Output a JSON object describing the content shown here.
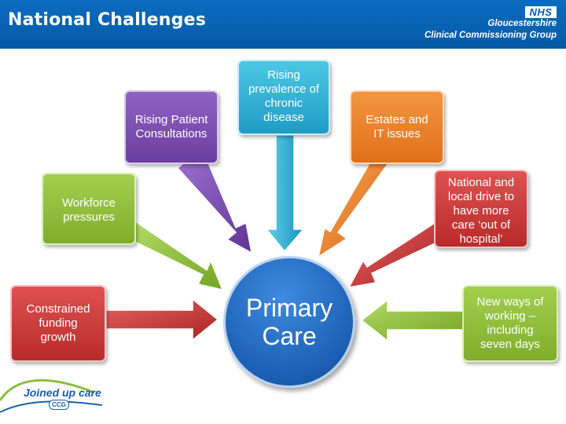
{
  "header": {
    "title": "National Challenges",
    "nhs_logo": "NHS",
    "org_line1": "Gloucestershire",
    "org_line2": "Clinical Commissioning Group"
  },
  "diagram": {
    "center": "Primary\nCare",
    "nodes": [
      {
        "id": "rising-patient-consultations",
        "label": "Rising Patient\nConsultations",
        "color": "#7a4db0"
      },
      {
        "id": "rising-prevalence",
        "label": "Rising\nprevalence of\nchronic\ndisease",
        "color": "#2bb0d6"
      },
      {
        "id": "estates-it",
        "label": "Estates and\nIT issues",
        "color": "#ea8128"
      },
      {
        "id": "workforce-pressures",
        "label": "Workforce\npressures",
        "color": "#8cbd3c"
      },
      {
        "id": "national-local-drive",
        "label": "National and\nlocal drive to\nhave more\ncare ‘out of\nhospital’",
        "color": "#c93a3a"
      },
      {
        "id": "constrained-funding",
        "label": "Constrained\nfunding\ngrowth",
        "color": "#c93a3a"
      },
      {
        "id": "new-ways-of-working",
        "label": "New ways of\nworking –\nincluding\nseven days",
        "color": "#8cbd3c"
      }
    ]
  },
  "footer": {
    "tagline": "Joined up care",
    "badge": "CCG"
  }
}
